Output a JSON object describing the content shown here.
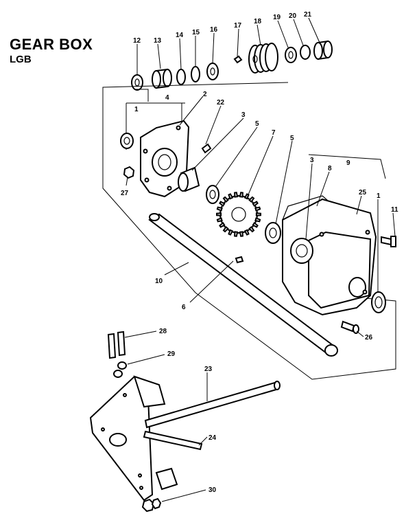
{
  "title": "GEAR BOX",
  "subtitle": "LGB",
  "callouts": {
    "c1a": "1",
    "c1b": "1",
    "c2": "2",
    "c3a": "3",
    "c3b": "3",
    "c4": "4",
    "c5a": "5",
    "c5b": "5",
    "c6": "6",
    "c7": "7",
    "c8": "8",
    "c9": "9",
    "c10": "10",
    "c11": "11",
    "c12": "12",
    "c13": "13",
    "c14": "14",
    "c15": "15",
    "c16": "16",
    "c17": "17",
    "c18": "18",
    "c19": "19",
    "c20": "20",
    "c21": "21",
    "c22": "22",
    "c23": "23",
    "c24": "24",
    "c25": "25",
    "c26": "26",
    "c27": "27",
    "c28": "28",
    "c29": "29",
    "c30": "30"
  }
}
